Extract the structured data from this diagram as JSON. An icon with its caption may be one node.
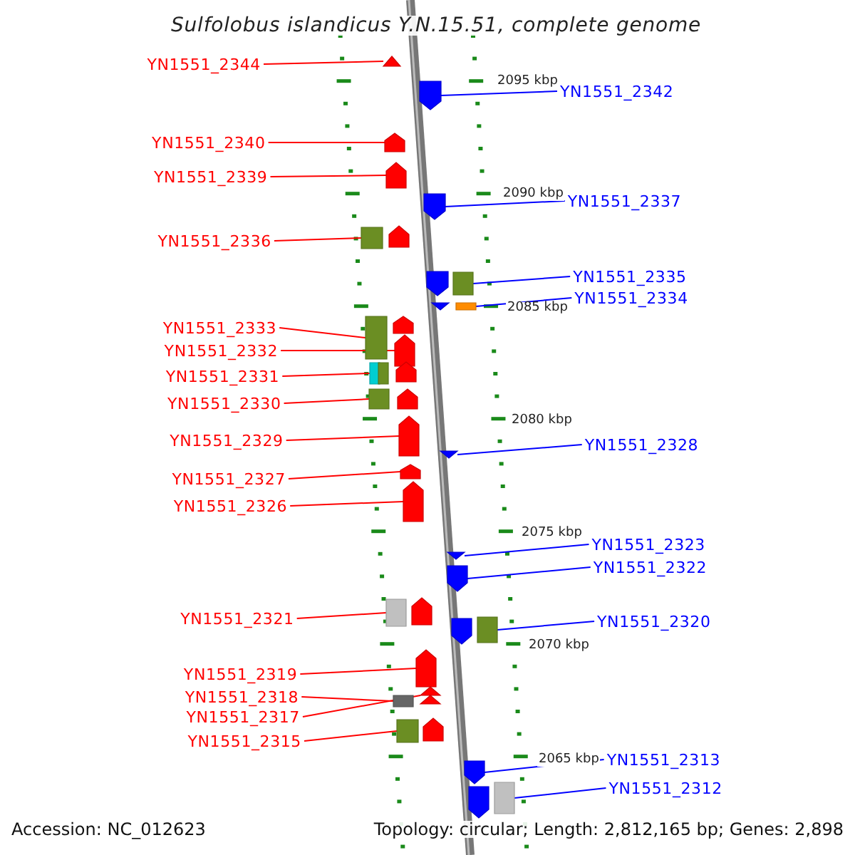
{
  "diagram": {
    "title": "Sulfolobus islandicus Y.N.15.51, complete genome",
    "nodes": [
      {
        "text": [
          "YN1551_2344"
        ]
      },
      {
        "text": [
          "YN1551_2340"
        ]
      },
      {
        "text": [
          "YN1551_2339"
        ]
      },
      {
        "text": [
          "YN1551_2336"
        ]
      },
      {
        "text": [
          "YN1551_2333"
        ]
      },
      {
        "text": [
          "YN1551_2332"
        ]
      },
      {
        "text": [
          "YN1551_2331"
        ]
      },
      {
        "text": [
          "YN1551_2330"
        ]
      },
      {
        "text": [
          "YN1551_2329"
        ]
      },
      {
        "text": [
          "YN1551_2327"
        ]
      },
      {
        "text": [
          "YN1551_2326"
        ]
      },
      {
        "text": [
          "YN1551_2321"
        ]
      },
      {
        "text": [
          "YN1551_2319"
        ]
      },
      {
        "text": [
          "YN1551_2318"
        ]
      },
      {
        "text": [
          "YN1551_2317"
        ]
      },
      {
        "text": [
          "YN1551_2315"
        ]
      },
      {
        "text": [
          "YN1551_2342"
        ]
      },
      {
        "text": [
          "YN1551_2337"
        ]
      },
      {
        "text": [
          "YN1551_2335"
        ]
      },
      {
        "text": [
          "YN1551_2334"
        ]
      },
      {
        "text": [
          "YN1551_2328"
        ]
      },
      {
        "text": [
          "YN1551_2323"
        ]
      },
      {
        "text": [
          "YN1551_2322"
        ]
      },
      {
        "text": [
          "YN1551_2320"
        ]
      },
      {
        "text": [
          "YN1551_2313"
        ]
      },
      {
        "text": [
          "YN1551_2312"
        ]
      },
      {
        "text": [],
        "shape": "triangle"
      },
      {
        "text": [],
        "shape": "arrow"
      },
      {
        "text": [],
        "shape": "arrow"
      },
      {
        "text": [],
        "shape": "arrow"
      },
      {
        "text": [],
        "shape": "arrow"
      },
      {
        "text": [],
        "shape": "box"
      },
      {
        "text": [],
        "shape": "arrow"
      },
      {
        "text": [],
        "shape": "arrow"
      },
      {
        "text": [],
        "shape": "box"
      },
      {
        "text": [],
        "shape": "triangle"
      },
      {
        "text": [],
        "shape": "box"
      },
      {
        "text": [],
        "shape": "box"
      },
      {
        "text": [],
        "shape": "arrow"
      },
      {
        "text": [],
        "shape": "arrow"
      },
      {
        "text": [],
        "shape": "box"
      },
      {
        "text": [],
        "shape": "box"
      },
      {
        "text": [],
        "shape": "arrow"
      },
      {
        "text": [],
        "shape": "box"
      },
      {
        "text": [],
        "shape": "arrow"
      },
      {
        "text": [],
        "shape": "arrow"
      },
      {
        "text": [],
        "shape": "triangle"
      },
      {
        "text": [],
        "shape": "arrow"
      },
      {
        "text": [],
        "shape": "arrow"
      },
      {
        "text": [],
        "shape": "triangle"
      },
      {
        "text": [],
        "shape": "arrow"
      },
      {
        "text": [],
        "shape": "box"
      },
      {
        "text": [],
        "shape": "arrow"
      },
      {
        "text": [],
        "shape": "arrow"
      },
      {
        "text": [],
        "shape": "box"
      },
      {
        "text": [],
        "shape": "arrow"
      },
      {
        "text": [],
        "shape": "arrow"
      },
      {
        "text": [],
        "shape": "box"
      },
      {
        "text": [],
        "shape": "box"
      },
      {
        "text": [],
        "shape": "arrow"
      },
      {
        "text": [],
        "shape": "arrow"
      },
      {
        "text": [],
        "shape": "arrow"
      },
      {
        "text": [],
        "shape": "box"
      }
    ],
    "edges": [
      {
        "from": 0,
        "to": 26,
        "arrow": "none"
      },
      {
        "from": 1,
        "to": 28,
        "arrow": "none"
      },
      {
        "from": 2,
        "to": 29,
        "arrow": "none"
      },
      {
        "from": 3,
        "to": 31,
        "arrow": "none"
      },
      {
        "from": 4,
        "to": 37,
        "arrow": "none"
      },
      {
        "from": 5,
        "to": 39,
        "arrow": "none"
      },
      {
        "from": 6,
        "to": 40,
        "arrow": "none"
      },
      {
        "from": 7,
        "to": 43,
        "arrow": "none"
      },
      {
        "from": 8,
        "to": 45,
        "arrow": "none"
      },
      {
        "from": 9,
        "to": 47,
        "arrow": "none"
      },
      {
        "from": 10,
        "to": 48,
        "arrow": "none"
      },
      {
        "from": 11,
        "to": 51,
        "arrow": "none"
      },
      {
        "from": 12,
        "to": 55,
        "arrow": "none"
      },
      {
        "from": 13,
        "to": 57,
        "arrow": "none"
      },
      {
        "from": 14,
        "to": 56,
        "arrow": "none"
      },
      {
        "from": 15,
        "to": 58,
        "arrow": "none"
      },
      {
        "from": 16,
        "to": 27,
        "arrow": "none",
        "color": "#0000ff"
      },
      {
        "from": 17,
        "to": 30,
        "arrow": "none",
        "color": "#0000ff"
      },
      {
        "from": 18,
        "to": 34,
        "arrow": "none",
        "color": "#0000ff"
      },
      {
        "from": 19,
        "to": 36,
        "arrow": "none",
        "color": "#0000ff"
      },
      {
        "from": 20,
        "to": 46,
        "arrow": "none",
        "color": "#0000ff"
      },
      {
        "from": 21,
        "to": 49,
        "arrow": "none",
        "color": "#0000ff"
      },
      {
        "from": 22,
        "to": 50,
        "arrow": "none",
        "color": "#0000ff"
      },
      {
        "from": 23,
        "to": 54,
        "arrow": "none",
        "color": "#0000ff"
      },
      {
        "from": 24,
        "to": 60,
        "arrow": "none",
        "color": "#0000ff"
      },
      {
        "from": 25,
        "to": 62,
        "arrow": "none",
        "color": "#0000ff"
      }
    ],
    "labels": [
      "2095 kbp",
      "2090 kbp",
      "2085 kbp",
      "2080 kbp",
      "2075 kbp",
      "2070 kbp",
      "2065 kbp",
      "Accession: NC_012623",
      "Topology: circular; Length: 2,812,165 bp; Genes: 2,898"
    ]
  }
}
